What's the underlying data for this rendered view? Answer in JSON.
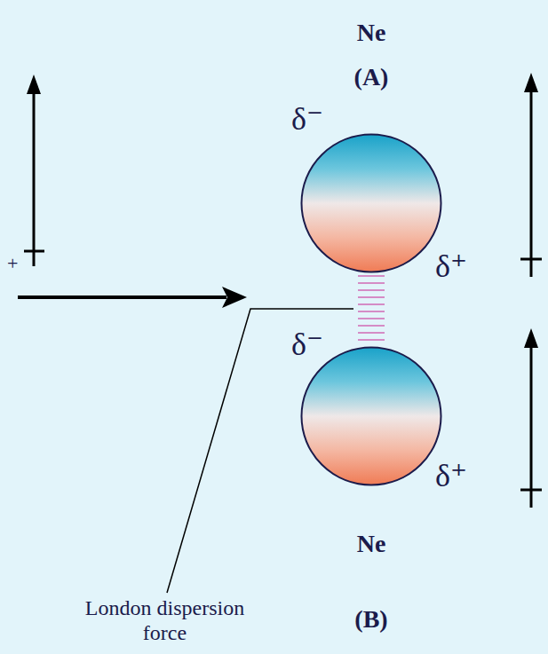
{
  "diagram": {
    "nodes": [
      {
        "text": [
          "Ne (A)",
          "δ⁻",
          "δ⁺"
        ]
      },
      {
        "text": [
          "δ⁻",
          "δ⁺",
          "Ne (B)"
        ]
      }
    ],
    "edges": [
      {
        "from": 0,
        "to": 1,
        "arrow": "none"
      }
    ],
    "labels": [
      "+",
      "London dispersion force"
    ]
  }
}
